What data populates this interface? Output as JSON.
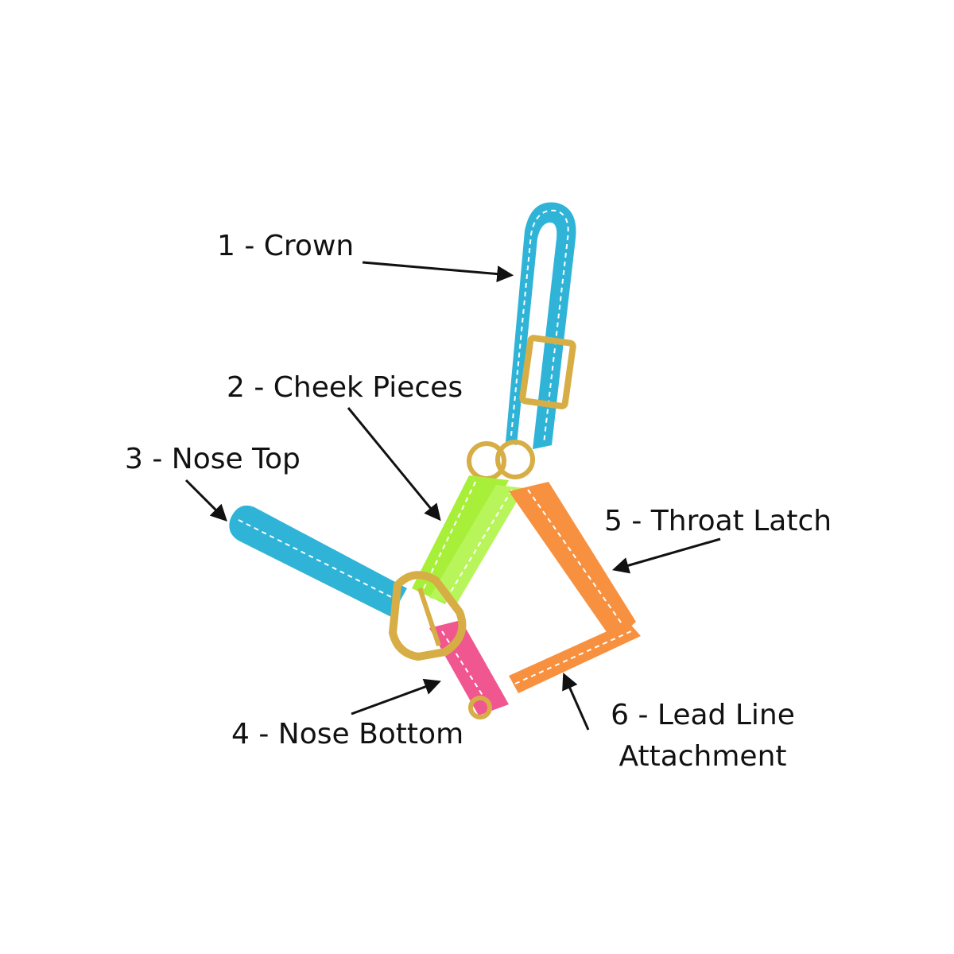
{
  "labels": {
    "crown": "1 - Crown",
    "cheek_pieces": "2 - Cheek Pieces",
    "nose_top": "3 - Nose Top",
    "nose_bottom": "4 - Nose Bottom",
    "throat_latch": "5 - Throat Latch",
    "lead_line_line1": "6 - Lead Line",
    "lead_line_line2": "Attachment"
  },
  "colors": {
    "background": "#ffffff",
    "crown_strap": "#2fb4d8",
    "cheek_strap": "#a8ef3a",
    "nose_bottom_strap": "#f0568f",
    "throat_strap": "#f79140",
    "hardware": "#d7ad45",
    "stitching": "#ffffff",
    "arrow": "#111111",
    "text": "#111111"
  }
}
